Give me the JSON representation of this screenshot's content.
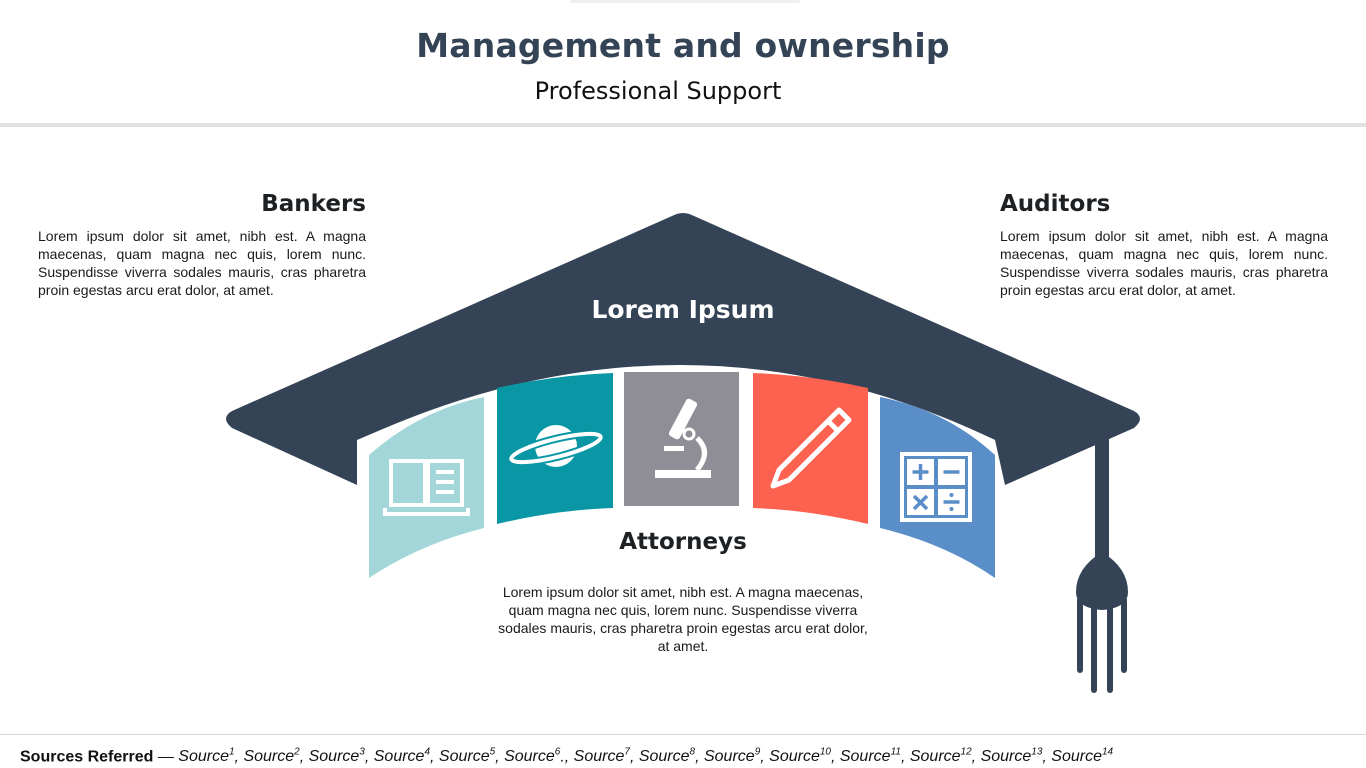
{
  "header": {
    "title": "Management and ownership",
    "subtitle": "Professional Support"
  },
  "cap": {
    "label": "Lorem Ipsum",
    "colors": {
      "cap": "#344456",
      "book": "#a3d6d8",
      "planet": "#0a97a5",
      "microscope": "#8f8e96",
      "pencil": "#fd6150",
      "calculator": "#5a8ec9"
    },
    "icons": [
      "book-icon",
      "planet-icon",
      "microscope-icon",
      "pencil-icon",
      "calculator-icon"
    ]
  },
  "bankers": {
    "heading": "Bankers",
    "body": "Lorem ipsum dolor sit amet, nibh est. A magna maecenas, quam magna nec quis, lorem nunc. Suspendisse viverra sodales mauris, cras pharetra proin egestas arcu erat dolor, at amet."
  },
  "auditors": {
    "heading": "Auditors",
    "body": "Lorem ipsum dolor sit amet, nibh est. A magna maecenas, quam magna nec quis, lorem nunc. Suspendisse viverra sodales mauris, cras pharetra proin egestas arcu erat dolor, at amet."
  },
  "attorneys": {
    "heading": "Attorneys",
    "body": "Lorem ipsum dolor sit amet, nibh est. A magna maecenas, quam magna nec quis, lorem nunc. Suspendisse viverra sodales mauris, cras pharetra proin egestas arcu erat dolor, at amet."
  },
  "footer": {
    "label": "Sources Referred",
    "dash": " — ",
    "sources": [
      {
        "text": "Source",
        "sup": "1",
        "sep": ", "
      },
      {
        "text": "Source",
        "sup": "2",
        "sep": ", "
      },
      {
        "text": "Source",
        "sup": "3",
        "sep": ", "
      },
      {
        "text": "Source",
        "sup": "4",
        "sep": ", "
      },
      {
        "text": "Source",
        "sup": "5",
        "sep": ", "
      },
      {
        "text": "Source",
        "sup": "6",
        "sep": "., "
      },
      {
        "text": "Source",
        "sup": "7",
        "sep": ", "
      },
      {
        "text": "Source",
        "sup": "8",
        "sep": ", "
      },
      {
        "text": "Source",
        "sup": "9",
        "sep": ", "
      },
      {
        "text": "Source",
        "sup": "10",
        "sep": ", "
      },
      {
        "text": "Source",
        "sup": "11",
        "sep": ", "
      },
      {
        "text": "Source",
        "sup": "12",
        "sep": ", "
      },
      {
        "text": "Source",
        "sup": "13",
        "sep": ", "
      },
      {
        "text": "Source",
        "sup": "14",
        "sep": ""
      }
    ]
  }
}
